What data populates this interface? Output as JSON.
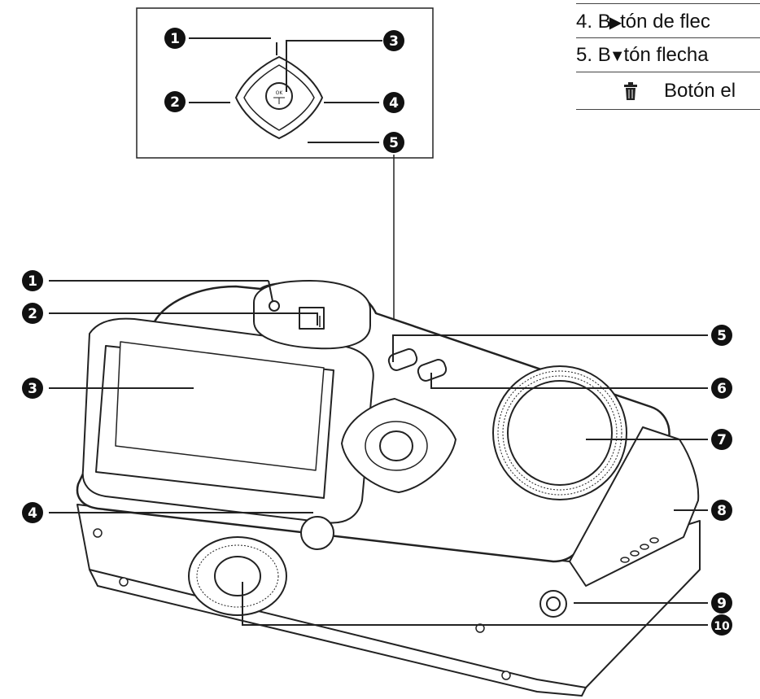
{
  "legend": {
    "row4": {
      "number": "4.",
      "lead": "B",
      "arrow": "▶",
      "rest": "tón de flec"
    },
    "row5": {
      "number": "5.",
      "lead": "B",
      "arrow": "▼",
      "rest": "tón flecha"
    },
    "row6": {
      "icon": "trash-icon",
      "text": "Botón el"
    }
  },
  "inset_callouts": [
    "1",
    "2",
    "3",
    "4",
    "5"
  ],
  "main_callouts": [
    "1",
    "2",
    "3",
    "4",
    "5",
    "6",
    "7",
    "8",
    "9",
    "10"
  ],
  "button_center_label": "OK"
}
